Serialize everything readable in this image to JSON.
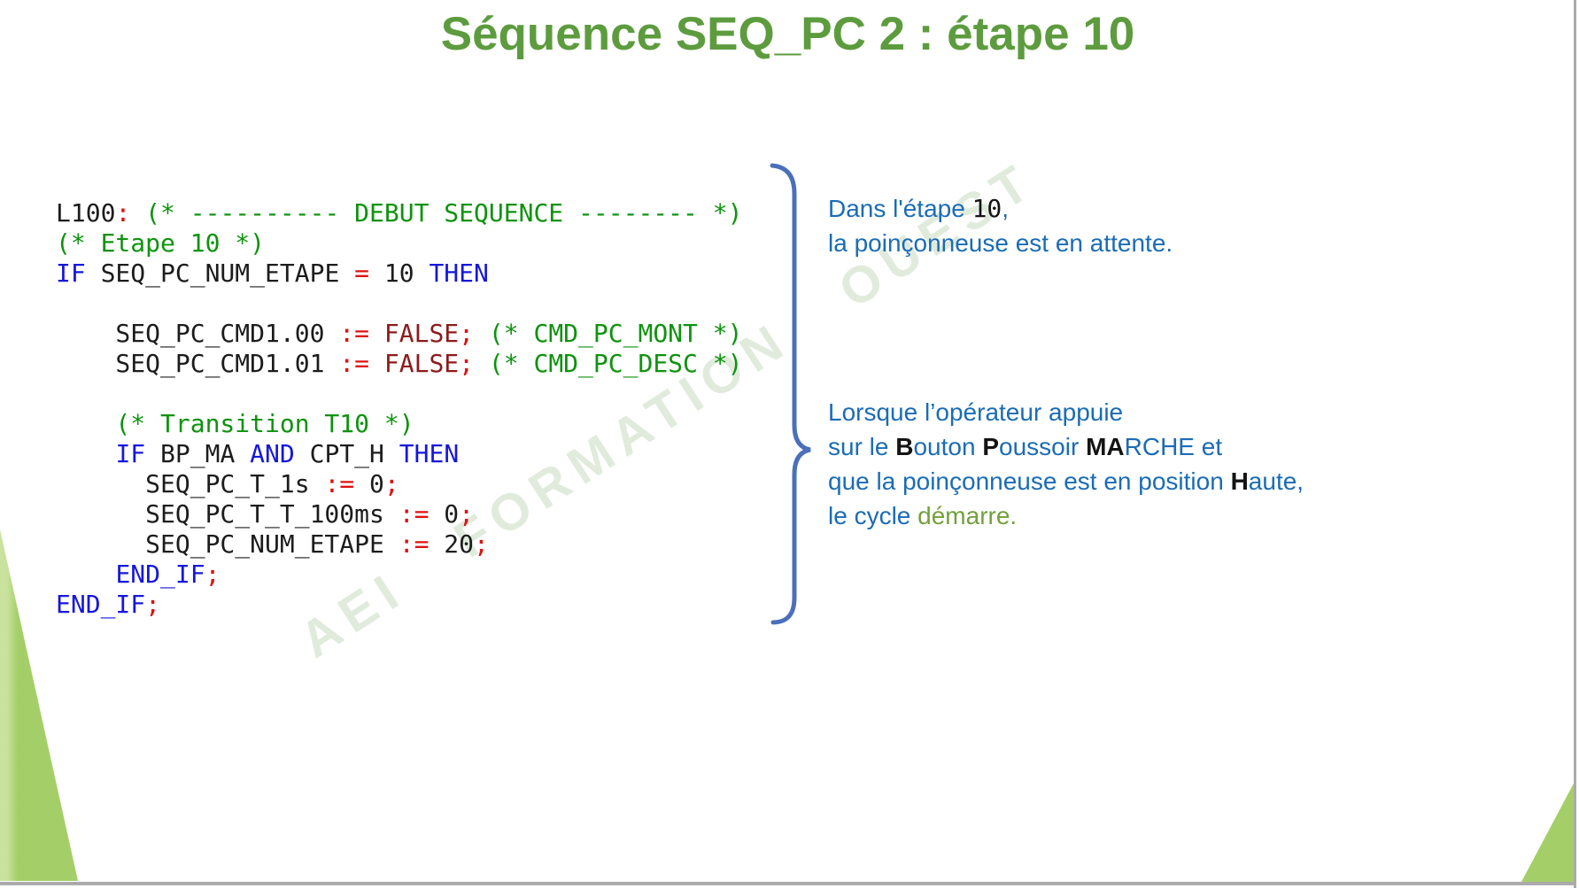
{
  "title": "Séquence SEQ_PC 2 : étape 10",
  "colors": {
    "title_green": "#5d9c3e",
    "code_default": "#1c1c1c",
    "code_keyword_blue": "#1616dd",
    "code_operator_red": "#df1111",
    "code_literal_maroon": "#8e1a1a",
    "code_comment_green": "#0e930e",
    "note_blue": "#1b6cb5",
    "note_green": "#74a03c",
    "brace_blue": "#4b6fba",
    "corner_green": "#a4cf68",
    "border_gray": "#ababab"
  },
  "watermark": {
    "text": "AEI FORMATION OUEST"
  },
  "code": {
    "lines": [
      [
        [
          "L100",
          "d"
        ],
        [
          ":",
          "op"
        ],
        [
          " (* ---------- DEBUT SEQUENCE -------- *)",
          "cm"
        ]
      ],
      [
        [
          "(* Etape 10 *)",
          "cm"
        ]
      ],
      [
        [
          "IF",
          "kw"
        ],
        [
          " SEQ_PC_NUM_ETAPE ",
          "d"
        ],
        [
          "=",
          "op"
        ],
        [
          " 10 ",
          "d"
        ],
        [
          "THEN",
          "kw"
        ]
      ],
      [
        [
          "",
          ""
        ]
      ],
      [
        [
          "    SEQ_PC_CMD1.00 ",
          "d"
        ],
        [
          ":=",
          "op"
        ],
        [
          " ",
          "d"
        ],
        [
          "FALSE",
          "lit"
        ],
        [
          ";",
          "op"
        ],
        [
          " (* CMD_PC_MONT *)",
          "cm"
        ]
      ],
      [
        [
          "    SEQ_PC_CMD1.01 ",
          "d"
        ],
        [
          ":=",
          "op"
        ],
        [
          " ",
          "d"
        ],
        [
          "FALSE",
          "lit"
        ],
        [
          ";",
          "op"
        ],
        [
          " (* CMD_PC_DESC *)",
          "cm"
        ]
      ],
      [
        [
          "",
          ""
        ]
      ],
      [
        [
          "    (* Transition T10 *)",
          "cm"
        ]
      ],
      [
        [
          "    ",
          "d"
        ],
        [
          "IF",
          "kw"
        ],
        [
          " BP_MA ",
          "d"
        ],
        [
          "AND",
          "kw"
        ],
        [
          " CPT_H ",
          "d"
        ],
        [
          "THEN",
          "kw"
        ]
      ],
      [
        [
          "      SEQ_PC_T_1s ",
          "d"
        ],
        [
          ":=",
          "op"
        ],
        [
          " 0",
          "d"
        ],
        [
          ";",
          "op"
        ]
      ],
      [
        [
          "      SEQ_PC_T_T_100ms ",
          "d"
        ],
        [
          ":=",
          "op"
        ],
        [
          " 0",
          "d"
        ],
        [
          ";",
          "op"
        ]
      ],
      [
        [
          "      SEQ_PC_NUM_ETAPE ",
          "d"
        ],
        [
          ":=",
          "op"
        ],
        [
          " 20",
          "d"
        ],
        [
          ";",
          "op"
        ]
      ],
      [
        [
          "    ",
          "d"
        ],
        [
          "END_IF",
          "kw"
        ],
        [
          ";",
          "op"
        ]
      ],
      [
        [
          "END_IF",
          "kw"
        ],
        [
          ";",
          "op"
        ]
      ]
    ]
  },
  "notes": {
    "intro": {
      "lines": [
        [
          [
            "Dans l'étape ",
            "blue"
          ],
          [
            "10",
            "mono"
          ],
          [
            ",",
            "blue"
          ]
        ],
        [
          [
            "la poinçonneuse est en attente.",
            "blue"
          ]
        ]
      ]
    },
    "detail": {
      "lines": [
        [
          [
            "Lorsque l’opérateur appuie",
            "blue"
          ]
        ],
        [
          [
            "sur le ",
            "blue"
          ],
          [
            "B",
            "boldblack"
          ],
          [
            "outon ",
            "blue"
          ],
          [
            "P",
            "boldblack"
          ],
          [
            "oussoir ",
            "blue"
          ],
          [
            "MA",
            "boldblack"
          ],
          [
            "RCHE et",
            "blue"
          ]
        ],
        [
          [
            "que la poinçonneuse est en position ",
            "blue"
          ],
          [
            "H",
            "boldblack"
          ],
          [
            "aute,",
            "blue"
          ]
        ],
        [
          [
            "le cycle ",
            "blue"
          ],
          [
            "démarre.",
            "green"
          ]
        ]
      ]
    }
  }
}
